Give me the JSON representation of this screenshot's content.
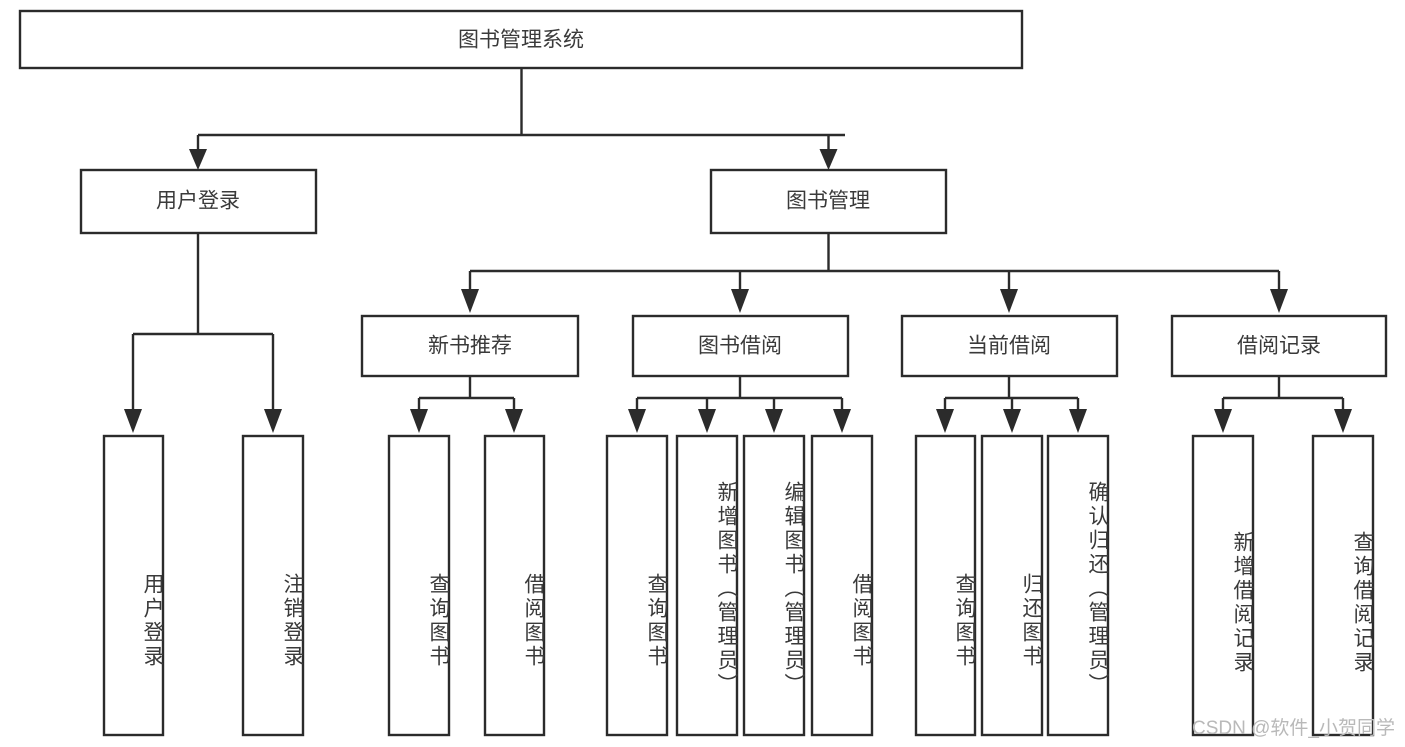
{
  "diagram": {
    "title_text": "图书管理系统",
    "root": {
      "label": "图书管理系统"
    },
    "level2": [
      {
        "label": "用户登录"
      },
      {
        "label": "图书管理"
      }
    ],
    "level3": [
      {
        "label": "新书推荐"
      },
      {
        "label": "图书借阅"
      },
      {
        "label": "当前借阅"
      },
      {
        "label": "借阅记录"
      }
    ],
    "leaves": {
      "user_login": [
        {
          "label": "用户登录"
        },
        {
          "label": "注销登录"
        }
      ],
      "new_book_recommend": [
        {
          "label": "查询图书"
        },
        {
          "label": "借阅图书"
        }
      ],
      "book_borrow": [
        {
          "label": "查询图书"
        },
        {
          "label": "新增图书（管理员）"
        },
        {
          "label": "编辑图书（管理员）"
        },
        {
          "label": "借阅图书"
        }
      ],
      "current_borrow": [
        {
          "label": "查询图书"
        },
        {
          "label": "归还图书"
        },
        {
          "label": "确认归还（管理员）"
        }
      ],
      "borrow_record": [
        {
          "label": "新增借阅记录"
        },
        {
          "label": "查询借阅记录"
        }
      ]
    }
  },
  "watermark": {
    "text": "CSDN @软件_小贺同学"
  },
  "colors": {
    "stroke": "#2b2b2b",
    "text": "#3a3a3a",
    "fill": "#ffffff",
    "watermark": "#b9b9b9"
  }
}
